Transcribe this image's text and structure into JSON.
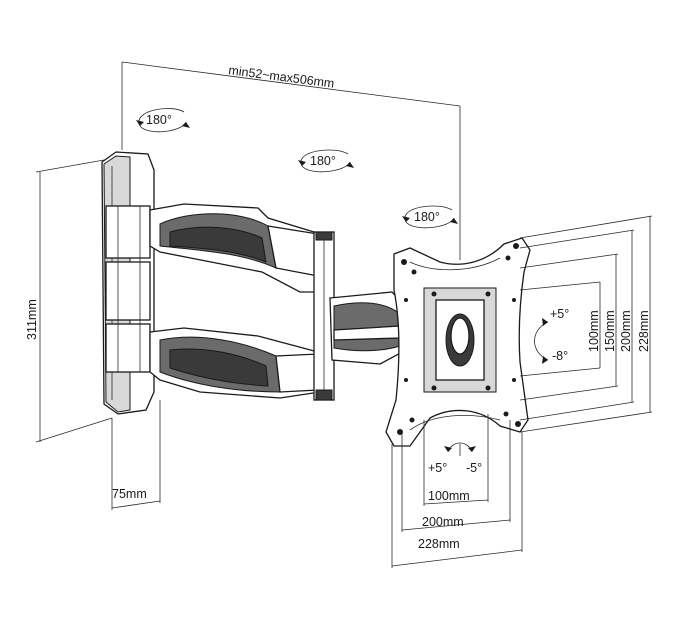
{
  "dimensions": {
    "arm_extension": "min52~max506mm",
    "wall_plate_height": "311mm",
    "wall_plate_depth": "75mm",
    "vesa_h_100": "100mm",
    "vesa_h_200": "200mm",
    "vesa_h_228": "228mm",
    "vesa_v_100": "100mm",
    "vesa_v_150": "150mm",
    "vesa_v_200": "200mm",
    "vesa_v_228": "228mm"
  },
  "rotations": {
    "swivel_wall": "180°",
    "swivel_middle": "180°",
    "swivel_head": "180°"
  },
  "tilt": {
    "up": "+5°",
    "down": "-8°"
  },
  "level": {
    "plus": "+5°",
    "minus": "-5°"
  },
  "colors": {
    "line": "#1a1a1a",
    "shade": "#6b6b6b"
  }
}
